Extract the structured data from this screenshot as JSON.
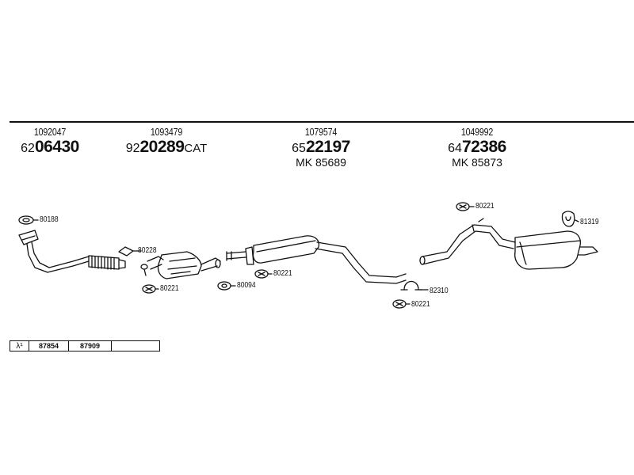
{
  "top_parts": [
    {
      "article": "1092047",
      "prefix": "62",
      "main": "06430",
      "suffix": "",
      "mk": ""
    },
    {
      "article": "1093479",
      "prefix": "92",
      "main": "20289",
      "suffix": "CAT",
      "mk": ""
    },
    {
      "article": "1079574",
      "prefix": "65",
      "main": "22197",
      "suffix": "",
      "mk": "MK 85689"
    },
    {
      "article": "1049992",
      "prefix": "64",
      "main": "72386",
      "suffix": "",
      "mk": "MK 85873"
    }
  ],
  "part_labels": {
    "gasket_front": "80188",
    "gasket_cat_top": "80228",
    "gasket_cat_bottom": "80221",
    "gasket_mid": "80094",
    "gasket_center": "80221",
    "clamp_rear": "82310",
    "gasket_lower_rear": "80221",
    "gasket_upper_rear": "80221",
    "hanger_rear": "81319"
  },
  "reference_row": {
    "symbol": "λ¹",
    "cells": [
      "87854",
      "87909",
      ""
    ]
  }
}
